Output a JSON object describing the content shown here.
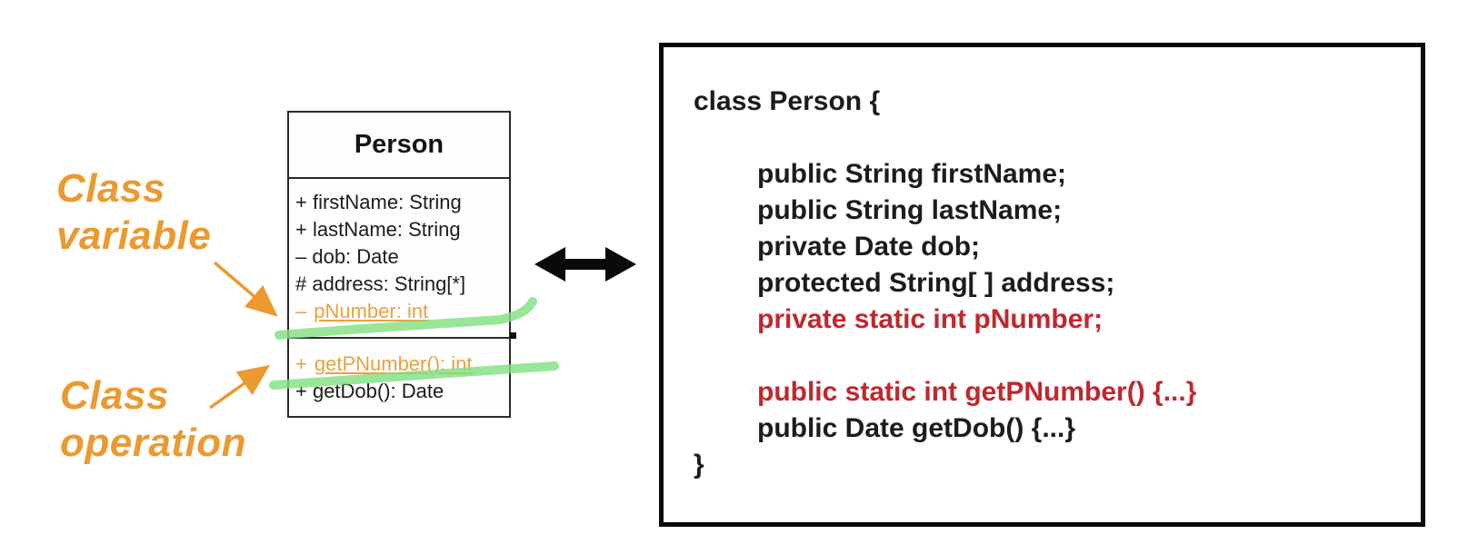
{
  "annotations": {
    "class_variable": {
      "line1": "Class",
      "line2": "variable"
    },
    "class_operation": {
      "line1": "Class",
      "line2": "operation"
    }
  },
  "uml": {
    "title": "Person",
    "attributes": [
      {
        "text": "+ firstName: String"
      },
      {
        "text": "+ lastName: String"
      },
      {
        "text": "– dob: Date"
      },
      {
        "text": "# address: String[*]"
      },
      {
        "prefix": "–",
        "label": "pNumber: int"
      }
    ],
    "operations": [
      {
        "prefix": "+",
        "label": "getPNumber(): int"
      },
      {
        "text": "+ getDob(): Date"
      }
    ]
  },
  "code": {
    "lines": [
      {
        "text": "class Person {"
      },
      {
        "text": ""
      },
      {
        "text": "public String firstName;"
      },
      {
        "text": "public String lastName;"
      },
      {
        "text": "private Date dob;"
      },
      {
        "text": "protected String[ ] address;"
      },
      {
        "text": "private static int pNumber;"
      },
      {
        "text": ""
      },
      {
        "text": "public static int getPNumber() {...}"
      },
      {
        "text": "public Date getDob() {...}"
      },
      {
        "text": "}"
      }
    ]
  },
  "icons": {
    "double_arrow": "left-right-arrow-icon",
    "annotation_arrows": "orange-pointer-arrow-icon",
    "marker_strokes": "green-highlighter-stroke"
  },
  "colors": {
    "annotation_orange": "#EA9A31",
    "uml_highlight_orange": "#E9A13E",
    "code_red": "#C1272D",
    "marker_green": "#7FE07F",
    "ink": "#1C1C1C"
  }
}
